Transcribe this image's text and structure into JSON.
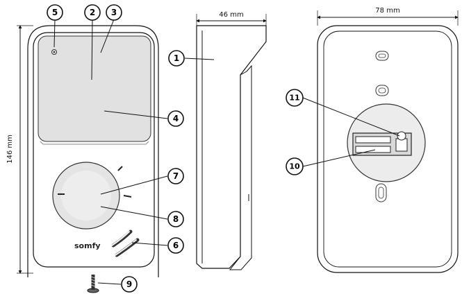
{
  "dimensions": {
    "height": "146 mm",
    "depth": "46 mm",
    "width": "78 mm"
  },
  "brand": "somfy",
  "callouts": [
    {
      "id": "1"
    },
    {
      "id": "2"
    },
    {
      "id": "3"
    },
    {
      "id": "4"
    },
    {
      "id": "5"
    },
    {
      "id": "6"
    },
    {
      "id": "7"
    },
    {
      "id": "8"
    },
    {
      "id": "9"
    },
    {
      "id": "10"
    },
    {
      "id": "11"
    }
  ]
}
